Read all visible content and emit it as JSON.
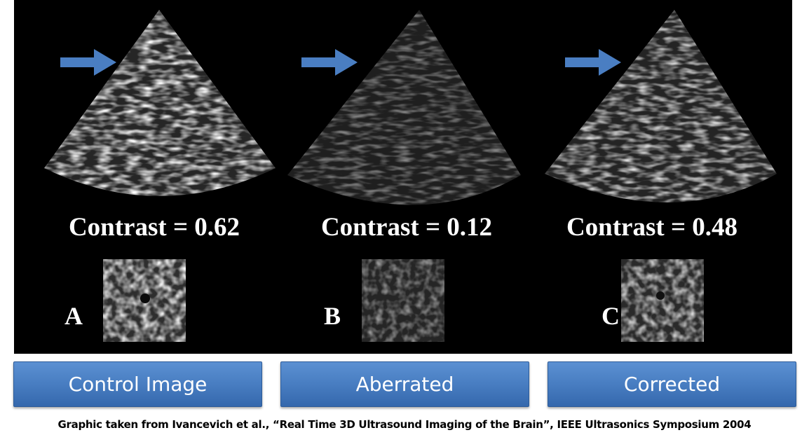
{
  "panels": [
    {
      "letter": "A",
      "contrast_label": "Contrast = 0.62",
      "button_label": "Control Image",
      "brightness": 1.0,
      "lesion_visible": true
    },
    {
      "letter": "B",
      "contrast_label": "Contrast = 0.12",
      "button_label": "Aberrated",
      "brightness": 0.55,
      "lesion_visible": false
    },
    {
      "letter": "C",
      "contrast_label": "Contrast = 0.48",
      "button_label": "Corrected",
      "brightness": 0.85,
      "lesion_visible": true
    }
  ],
  "caption": "Graphic taken from Ivancevich et al., “Real Time 3D Ultrasound Imaging of the Brain”, IEEE Ultrasonics Symposium 2004",
  "colors": {
    "arrow": "#4a7ec2",
    "button": "#4a7fc3",
    "background": "#000000"
  }
}
